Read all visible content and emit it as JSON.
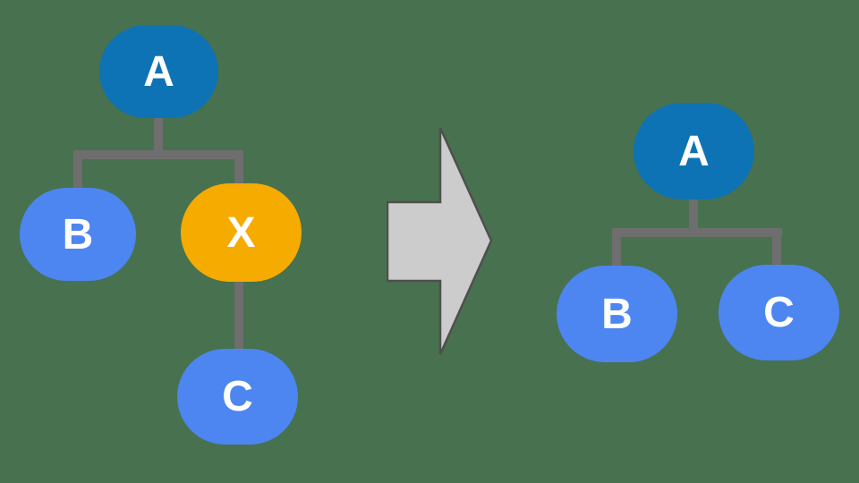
{
  "colors": {
    "background": "#48714f",
    "node_dark_blue": "#0e73b4",
    "node_blue": "#4d86f0",
    "node_yellow": "#f6ab00",
    "connector_gray": "#6e6e6e",
    "arrow_fill": "#cccccc",
    "arrow_border": "#4f4f4f",
    "label_text": "#ffffff"
  },
  "before_tree": {
    "nodes": [
      {
        "label": "A",
        "color": "dark_blue",
        "role": "root"
      },
      {
        "label": "B",
        "color": "blue",
        "role": "child-of-A"
      },
      {
        "label": "X",
        "color": "yellow",
        "role": "child-of-A"
      },
      {
        "label": "C",
        "color": "blue",
        "role": "child-of-X"
      }
    ],
    "edges": [
      "A-B",
      "A-X",
      "X-C"
    ]
  },
  "arrow": {
    "icon": "block-arrow-right",
    "direction": "right"
  },
  "after_tree": {
    "nodes": [
      {
        "label": "A",
        "color": "dark_blue",
        "role": "root"
      },
      {
        "label": "B",
        "color": "blue",
        "role": "child-of-A"
      },
      {
        "label": "C",
        "color": "blue",
        "role": "child-of-A"
      }
    ],
    "edges": [
      "A-B",
      "A-C"
    ]
  }
}
